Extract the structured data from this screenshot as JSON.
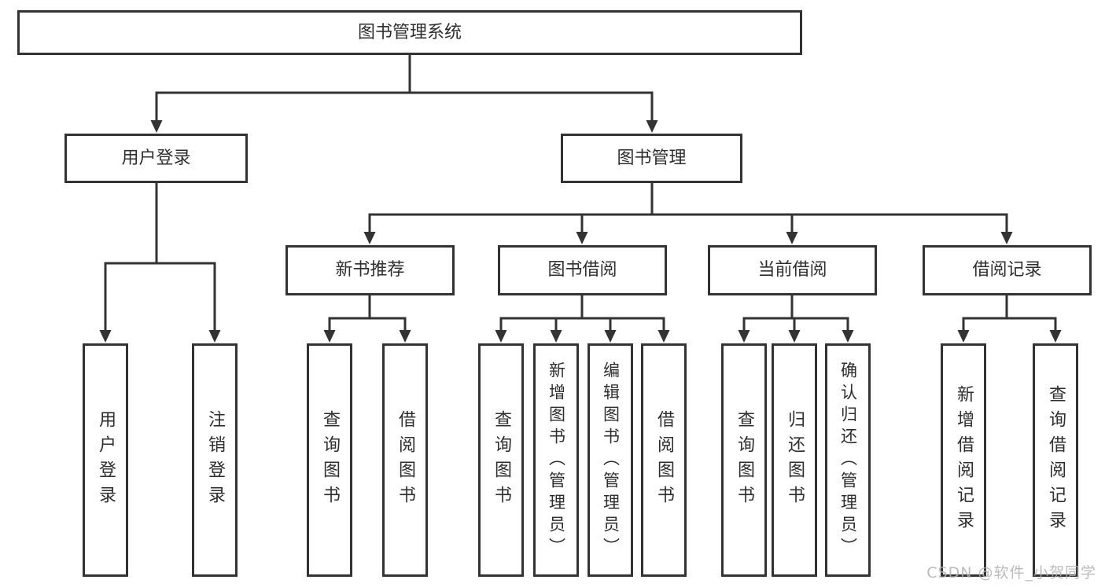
{
  "diagram_title": "图书管理系统",
  "tree": {
    "label": "图书管理系统",
    "children": [
      {
        "label": "用户登录",
        "children": [
          {
            "label": "用户登录"
          },
          {
            "label": "注销登录"
          }
        ]
      },
      {
        "label": "图书管理",
        "children": [
          {
            "label": "新书推荐",
            "children": [
              {
                "label": "查询图书"
              },
              {
                "label": "借阅图书"
              }
            ]
          },
          {
            "label": "图书借阅",
            "children": [
              {
                "label": "查询图书"
              },
              {
                "label": "新增图书（管理员）"
              },
              {
                "label": "编辑图书（管理员）"
              },
              {
                "label": "借阅图书"
              }
            ]
          },
          {
            "label": "当前借阅",
            "children": [
              {
                "label": "查询图书"
              },
              {
                "label": "归还图书"
              },
              {
                "label": "确认归还（管理员）"
              }
            ]
          },
          {
            "label": "借阅记录",
            "children": [
              {
                "label": "新增借阅记录"
              },
              {
                "label": "查询借阅记录"
              }
            ]
          }
        ]
      }
    ]
  },
  "watermark": {
    "text": "CSDN @软件_小贺同学"
  },
  "colors": {
    "line": "#333333",
    "box_border": "#333333",
    "box_fill": "#ffffff",
    "text": "#2e2e2e",
    "watermark": "#b0b0b0",
    "background": "#ffffff"
  }
}
